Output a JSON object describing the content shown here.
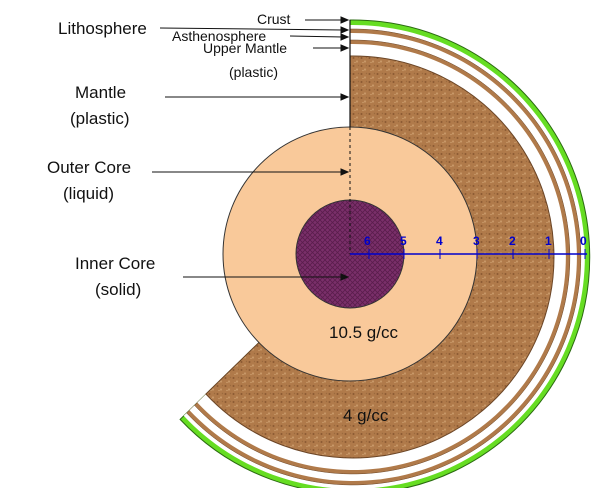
{
  "labels": {
    "lithosphere": "Lithosphere",
    "crust": "Crust",
    "asthenosphere": "Asthenosphere",
    "upper_mantle": "Upper Mantle",
    "upper_mantle_state": "(plastic)",
    "mantle": "Mantle",
    "mantle_state": "(plastic)",
    "outer_core": "Outer Core",
    "outer_core_state": "(liquid)",
    "inner_core": "Inner Core",
    "inner_core_state": "(solid)"
  },
  "scale": {
    "ticks": [
      "6",
      "5",
      "4",
      "3",
      "2",
      "1",
      "0"
    ]
  },
  "densities": {
    "core": "10.5 g/cc",
    "mantle": "4 g/cc"
  },
  "colors": {
    "crust": "#66dd22",
    "mantle": "#b07a4a",
    "outer_core": "#f9c99a",
    "inner_core": "#7a2f6a",
    "scale": "#0000cc"
  }
}
